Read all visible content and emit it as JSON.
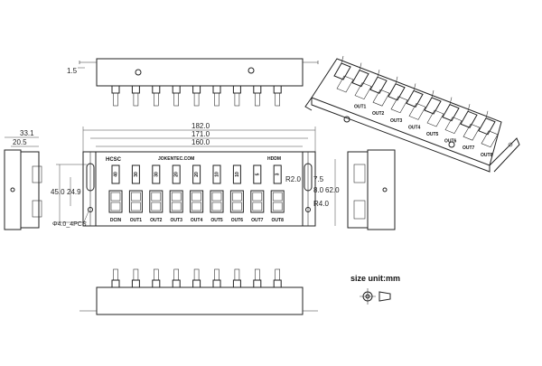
{
  "front": {
    "brand": "HCSC",
    "url": "JOKENTEC.COM",
    "model": "HDDM",
    "amps": [
      "40",
      "30",
      "30",
      "20",
      "20",
      "10",
      "10",
      "5",
      "3"
    ],
    "ports": [
      "DCIN",
      "OUT1",
      "OUT2",
      "OUT3",
      "OUT4",
      "OUT5",
      "OUT6",
      "OUT7",
      "OUT8"
    ]
  },
  "dims": {
    "top_thickness": "1.5",
    "overall_length": "182.0",
    "mount_length": "171.0",
    "body_length": "160.0",
    "side_depth": "33.1",
    "side_inner": "20.5",
    "height_outer": "45.0",
    "height_inner": "24.9",
    "hole_note": "Φ4.0_4PCS",
    "slot_r_top": "R2.0",
    "slot_r_bottom": "R4.0",
    "slot_w": "7.5",
    "slot_h": "8.0",
    "right_height": "62.0"
  },
  "iso_labels": [
    "OUT1",
    "OUT2",
    "OUT3",
    "OUT4",
    "OUT5",
    "OUT6",
    "OUT7",
    "OUT8"
  ],
  "legend": {
    "unit_text": "size unit:mm"
  }
}
